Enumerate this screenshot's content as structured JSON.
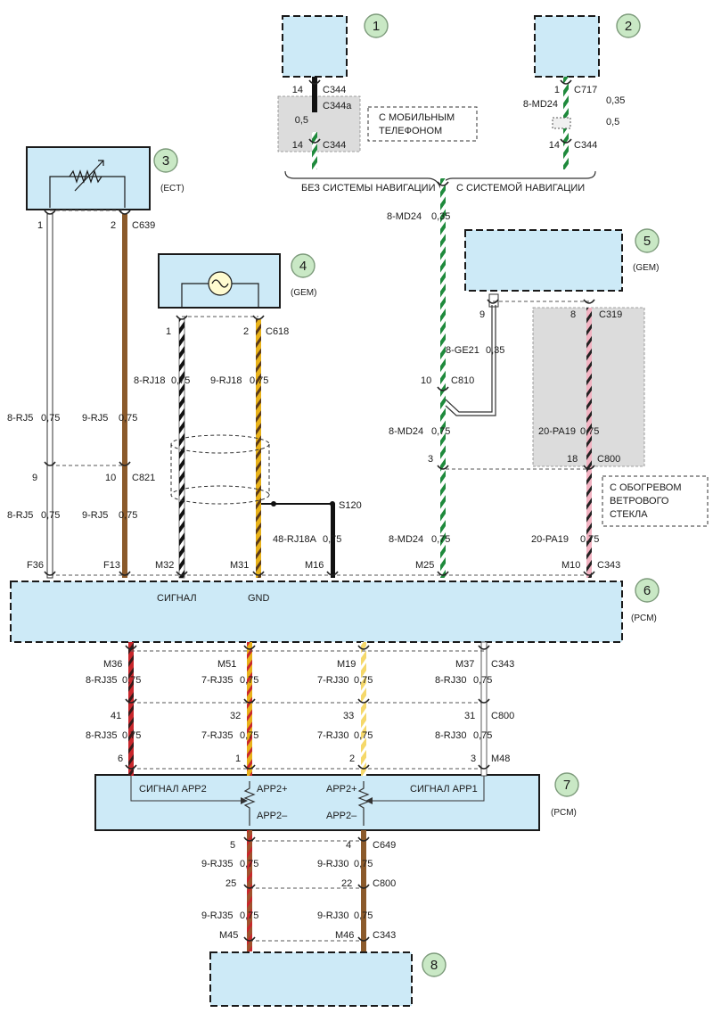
{
  "components": [
    {
      "num": "1",
      "sub": ""
    },
    {
      "num": "2",
      "sub": ""
    },
    {
      "num": "3",
      "sub": "(ECT)"
    },
    {
      "num": "4",
      "sub": "(GEM)"
    },
    {
      "num": "5",
      "sub": "(GEM)"
    },
    {
      "num": "6",
      "sub": "(PCM)"
    },
    {
      "num": "7",
      "sub": "(PCM)"
    },
    {
      "num": "8",
      "sub": ""
    }
  ],
  "notes": {
    "mobile": [
      "С МОБИЛЬНЫМ",
      "ТЕЛЕФОНОМ"
    ],
    "no_nav": "БЕЗ СИСТЕМЫ НАВИГАЦИИ",
    "with_nav": "С СИСТЕМОЙ НАВИГАЦИИ",
    "heated": [
      "С ОБОГРЕВОМ",
      "ВЕТРОВОГО",
      "СТЕКЛА"
    ]
  },
  "top": {
    "c1": {
      "pin_top": "14",
      "conn_top": "C344",
      "conn_mid": "C344a",
      "gauge": "0,5",
      "pin_bot": "14",
      "conn_bot": "C344"
    },
    "c2": {
      "pin_top": "1",
      "conn_top": "C717",
      "wire": "8-MD24",
      "gauge1": "0,35",
      "gauge2": "0,5",
      "pin_bot": "14",
      "conn_bot": "C344"
    }
  },
  "ect": {
    "pin1": "1",
    "pin2": "2",
    "conn": "C639",
    "w1": "8-RJ5",
    "g1": "0,75",
    "w2": "9-RJ5",
    "g2": "0,75",
    "pin9": "9",
    "pin10": "10",
    "conn2": "C821",
    "w3": "8-RJ5",
    "g3": "0,75",
    "w4": "9-RJ5",
    "g4": "0,75"
  },
  "gem4": {
    "pin1": "1",
    "pin2": "2",
    "conn": "C618",
    "w1": "8-RJ18",
    "g1": "0,75",
    "w2": "9-RJ18",
    "g2": "0,75",
    "splice": "S120",
    "w3": "48-RJ18A",
    "g3": "0,75"
  },
  "nav": {
    "w1": "8-MD24",
    "g1": "0,35",
    "w2": "8-GE21",
    "g2": "0,35",
    "pin10": "10",
    "conn": "C810",
    "w3": "8-MD24",
    "g3": "0,75",
    "pin3": "3",
    "w4": "8-MD24",
    "g4": "0,75"
  },
  "gem5": {
    "pin9": "9",
    "pin8": "8",
    "conn": "C319",
    "w1": "20-PA19",
    "g1": "0,75",
    "pin18": "18",
    "conn2": "C800",
    "w2": "20-PA19",
    "g2": "0,75"
  },
  "pcm6": {
    "pins": [
      "F36",
      "F13",
      "M32",
      "M31",
      "M16",
      "M25",
      "M10"
    ],
    "conn": "C343",
    "signal": "СИГНАЛ",
    "gnd": "GND"
  },
  "app": {
    "row1_pins": [
      "M36",
      "M51",
      "M19",
      "M37"
    ],
    "row1_conn": "C343",
    "row1_wires": [
      "8-RJ35",
      "7-RJ35",
      "7-RJ30",
      "8-RJ30"
    ],
    "row1_gauges": [
      "0,75",
      "0,75",
      "0,75",
      "0,75"
    ],
    "row2_pins": [
      "41",
      "32",
      "33",
      "31"
    ],
    "row2_conn": "C800",
    "row2_wires": [
      "8-RJ35",
      "7-RJ35",
      "7-RJ30",
      "8-RJ30"
    ],
    "row2_gauges": [
      "0,75",
      "0,75",
      "0,75",
      "0,75"
    ],
    "row3_pins": [
      "6",
      "1",
      "2",
      "3"
    ],
    "row3_conn": "M48",
    "sig2": "СИГНАЛ APP2",
    "sig1": "СИГНАЛ APP1",
    "app2p": "APP2+",
    "app2m": "APP2–",
    "app2p_b": "APP2+",
    "app2m_b": "APP2–"
  },
  "bottom": {
    "row1_pins": [
      "5",
      "4"
    ],
    "row1_conn": "C649",
    "row1_wires": [
      "9-RJ35",
      "9-RJ30"
    ],
    "row1_gauges": [
      "0,75",
      "0,75"
    ],
    "row2_pins": [
      "25",
      "22"
    ],
    "row2_conn": "C800",
    "row2_wires": [
      "9-RJ35",
      "9-RJ30"
    ],
    "row2_gauges": [
      "0,75",
      "0,75"
    ],
    "row3_pins": [
      "M45",
      "M46"
    ],
    "row3_conn": "C343"
  },
  "wire_colors": {
    "white": "#ffffff",
    "brown": "#8b5a2b",
    "black": "#111111",
    "yellow": "#e8b21a",
    "green": "#1f8a3c",
    "pink": "#f2b3c2",
    "red": "#c8272c",
    "tan": "#a0522d"
  }
}
